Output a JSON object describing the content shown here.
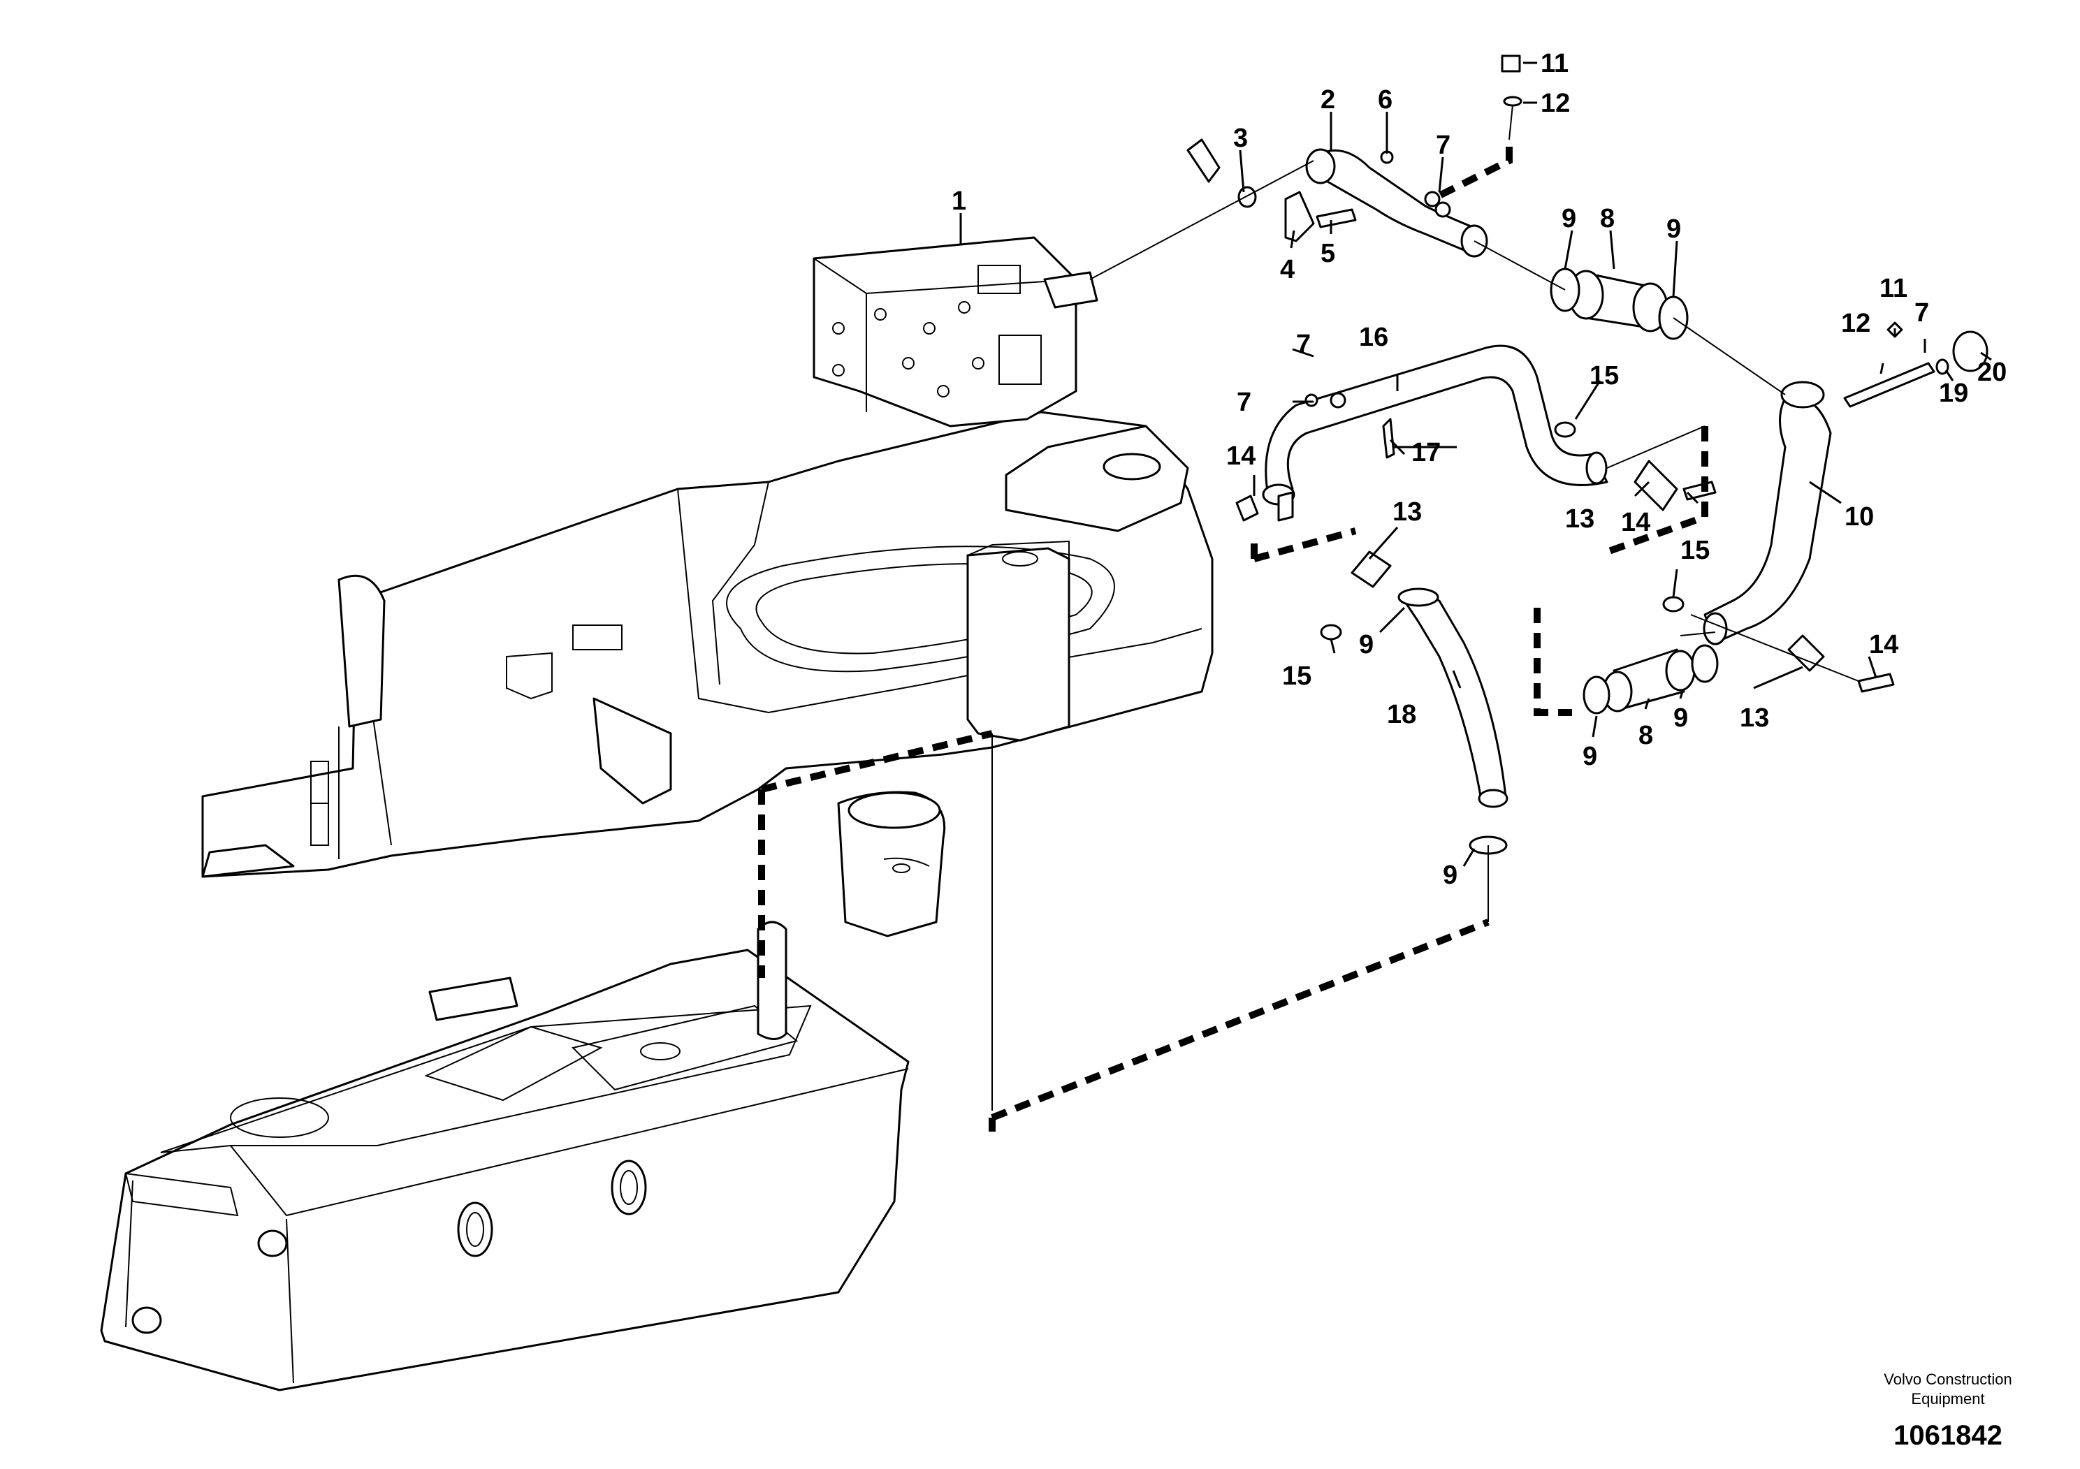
{
  "callouts": [
    {
      "id": "c1",
      "text": "1"
    },
    {
      "id": "c2",
      "text": "2"
    },
    {
      "id": "c3",
      "text": "3"
    },
    {
      "id": "c4",
      "text": "4"
    },
    {
      "id": "c5",
      "text": "5"
    },
    {
      "id": "c6",
      "text": "6"
    },
    {
      "id": "c7a",
      "text": "7"
    },
    {
      "id": "c7b",
      "text": "7"
    },
    {
      "id": "c7c",
      "text": "7"
    },
    {
      "id": "c7d",
      "text": "7"
    },
    {
      "id": "c8a",
      "text": "8"
    },
    {
      "id": "c8b",
      "text": "8"
    },
    {
      "id": "c9a",
      "text": "9"
    },
    {
      "id": "c9b",
      "text": "9"
    },
    {
      "id": "c9c",
      "text": "9"
    },
    {
      "id": "c9d",
      "text": "9"
    },
    {
      "id": "c9e",
      "text": "9"
    },
    {
      "id": "c9f",
      "text": "9"
    },
    {
      "id": "c10",
      "text": "10"
    },
    {
      "id": "c11a",
      "text": "11"
    },
    {
      "id": "c11b",
      "text": "11"
    },
    {
      "id": "c12a",
      "text": "12"
    },
    {
      "id": "c12b",
      "text": "12"
    },
    {
      "id": "c13a",
      "text": "13"
    },
    {
      "id": "c13b",
      "text": "13"
    },
    {
      "id": "c13c",
      "text": "13"
    },
    {
      "id": "c14a",
      "text": "14"
    },
    {
      "id": "c14b",
      "text": "14"
    },
    {
      "id": "c14c",
      "text": "14"
    },
    {
      "id": "c15a",
      "text": "15"
    },
    {
      "id": "c15b",
      "text": "15"
    },
    {
      "id": "c15c",
      "text": "15"
    },
    {
      "id": "c16",
      "text": "16"
    },
    {
      "id": "c17",
      "text": "17"
    },
    {
      "id": "c18",
      "text": "18"
    },
    {
      "id": "c19",
      "text": "19"
    },
    {
      "id": "c20",
      "text": "20"
    }
  ],
  "footer": {
    "brand_line1": "Volvo Construction",
    "brand_line2": "Equipment",
    "drawing_number": "1061842"
  }
}
